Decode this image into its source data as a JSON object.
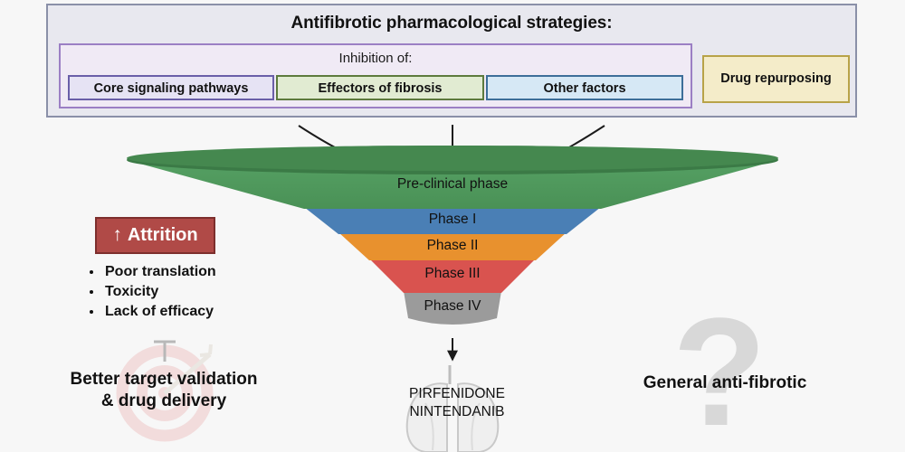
{
  "figure": {
    "background_color": "#f7f7f7"
  },
  "header": {
    "title": "Antifibrotic pharmacological strategies:",
    "inhibition": {
      "label": "Inhibition of:",
      "categories": [
        {
          "label": "Core signaling pathways",
          "fill": "#e6e3f4",
          "border": "#6a5fa8"
        },
        {
          "label": "Effectors of fibrosis",
          "fill": "#e1ebd2",
          "border": "#5d7a3d"
        },
        {
          "label": "Other factors",
          "fill": "#d6e8f5",
          "border": "#3d6e99"
        }
      ]
    },
    "repurposing": {
      "label": "Drug repurposing",
      "fill": "#f4ecc9",
      "border": "#b8a348"
    }
  },
  "funnel": {
    "segments": [
      {
        "label": "Pre-clinical phase",
        "color": "#4a9156"
      },
      {
        "label": "Phase I",
        "color": "#4a7fb5"
      },
      {
        "label": "Phase II",
        "color": "#e8912e"
      },
      {
        "label": "Phase III",
        "color": "#d9534f"
      },
      {
        "label": "Phase IV",
        "color": "#9b9b9b"
      }
    ],
    "rim_color": "#3b7a46"
  },
  "attrition": {
    "badge_label": "Attrition",
    "badge_icon": "up-arrow-icon",
    "badge_fill": "#b04a47",
    "reasons": [
      "Poor translation",
      "Toxicity",
      "Lack of efficacy"
    ]
  },
  "outcomes": {
    "left": {
      "text": "Better target validation\n& drug delivery",
      "icon": "target-bullseye-icon"
    },
    "center": {
      "text": "PIRFENIDONE\nNINTENDANIB",
      "icon": "lungs-icon"
    },
    "right": {
      "text": "General anti-fibrotic",
      "icon": "question-mark-icon"
    }
  }
}
